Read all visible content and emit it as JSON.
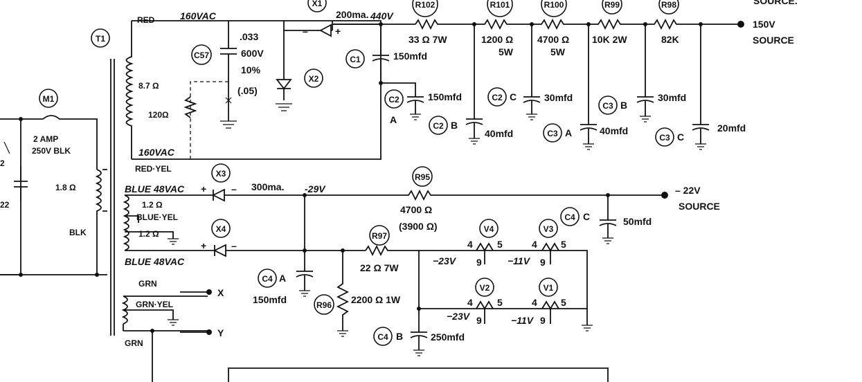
{
  "refs": {
    "T1": "T1",
    "M1": "M1",
    "C57": "C57",
    "X1": "X1",
    "X2": "X2",
    "X3": "X3",
    "X4": "X4",
    "R102": "R102",
    "R101": "R101",
    "R100": "R100",
    "R99": "R99",
    "R98": "R98",
    "R95": "R95",
    "R96": "R96",
    "R97": "R97",
    "C1": "C1",
    "C2": "C2",
    "C3": "C3",
    "C4": "C4",
    "V1": "V1",
    "V2": "V2",
    "V3": "V3",
    "V4": "V4"
  },
  "transformer": {
    "red": "RED",
    "red_vac": "160VAC",
    "red_yel": "RED·YEL",
    "redyel_vac": "160VAC",
    "pri_ohm": "8.7 Ω",
    "blue1": "BLUE 48VAC",
    "blue_ohm1": "1.2 Ω",
    "blue_yel": "BLUE·YEL",
    "blue_ohm2": "1.2 Ω",
    "blue2": "BLUE 48VAC",
    "grn": "GRN",
    "grn_yel": "GRN·YEL",
    "grn2": "GRN",
    "primary_ohm": "1.8 Ω",
    "blk": "BLK"
  },
  "fuse": {
    "rating1": "2 AMP",
    "rating2": "250V BLK",
    "partial1": "2",
    "partial2": "22"
  },
  "c57": {
    "value": ".033",
    "volts": "600V",
    "tol": "10%",
    "alt": "(.05)",
    "resistor": "120Ω"
  },
  "plus_150": {
    "current": "200ma.",
    "volts": "440V",
    "r102": "33 Ω 7W",
    "r101a": "1200 Ω",
    "r101b": "5W",
    "r100a": "4700 Ω",
    "r100b": "5W",
    "r99": "10K 2W",
    "r98": "82K",
    "out1": "150V",
    "out2": "SOURCE",
    "topcut": "SOURCE."
  },
  "caps": {
    "c1": "150mfd",
    "c2a_suffix": "A",
    "c2a": "150mfd",
    "c2b_suffix": "B",
    "c2b": "40mfd",
    "c2c_suffix": "C",
    "c2c": "30mfd",
    "c3a_suffix": "A",
    "c3a": "40mfd",
    "c3b_suffix": "B",
    "c3b": "30mfd",
    "c3c_suffix": "C",
    "c3c": "20mfd",
    "c4a_suffix": "A",
    "c4a": "150mfd",
    "c4b_suffix": "B",
    "c4b": "250mfd",
    "c4c_suffix": "C",
    "c4c": "50mfd"
  },
  "neg_supply": {
    "current": "300ma.",
    "volts": "-29V",
    "r95a": "4700 Ω",
    "r95b": "(3900 Ω)",
    "out1": "– 22V",
    "out2": "SOURCE",
    "r97": "22 Ω 7W",
    "r96": "2200 Ω 1W",
    "v_m23a": "−23V",
    "v_m11a": "−11V",
    "v_m23b": "−23V",
    "v_m11b": "−11V",
    "pin4": "4",
    "pin5": "5",
    "pin9": "9"
  },
  "outputs": {
    "x": "X",
    "y": "Y"
  },
  "signs": {
    "plus": "+",
    "minus": "–"
  }
}
